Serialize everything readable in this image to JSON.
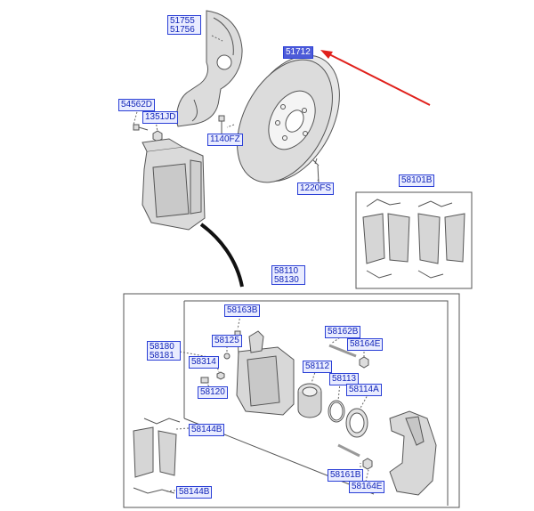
{
  "diagram": {
    "callouts": {
      "c51755": "51755",
      "c51756": "51756",
      "c51712": "51712",
      "c54562D": "54562D",
      "c1351JD": "1351JD",
      "c1140FZ": "1140FZ",
      "c1220FS": "1220FS",
      "c58101B": "58101B",
      "c58110": "58110",
      "c58130": "58130",
      "c58163B": "58163B",
      "c58180": "58180",
      "c58181": "58181",
      "c58125": "58125",
      "c58162B": "58162B",
      "c58164E_top": "58164E",
      "c58314": "58314",
      "c58112": "58112",
      "c58113": "58113",
      "c58120": "58120",
      "c58114A": "58114A",
      "c58144B_right": "58144B",
      "c58161B": "58161B",
      "c58164E_bottom": "58164E",
      "c58144B_bottom": "58144B"
    },
    "colors": {
      "callout_border": "#2a3fd6",
      "callout_fill": "#e9ecff",
      "callout_text": "#1326b8",
      "highlight_fill": "#4d5bd8",
      "arrow": "#e0201b",
      "line_art": "#555555",
      "part_fill": "#d8d8d8"
    }
  }
}
